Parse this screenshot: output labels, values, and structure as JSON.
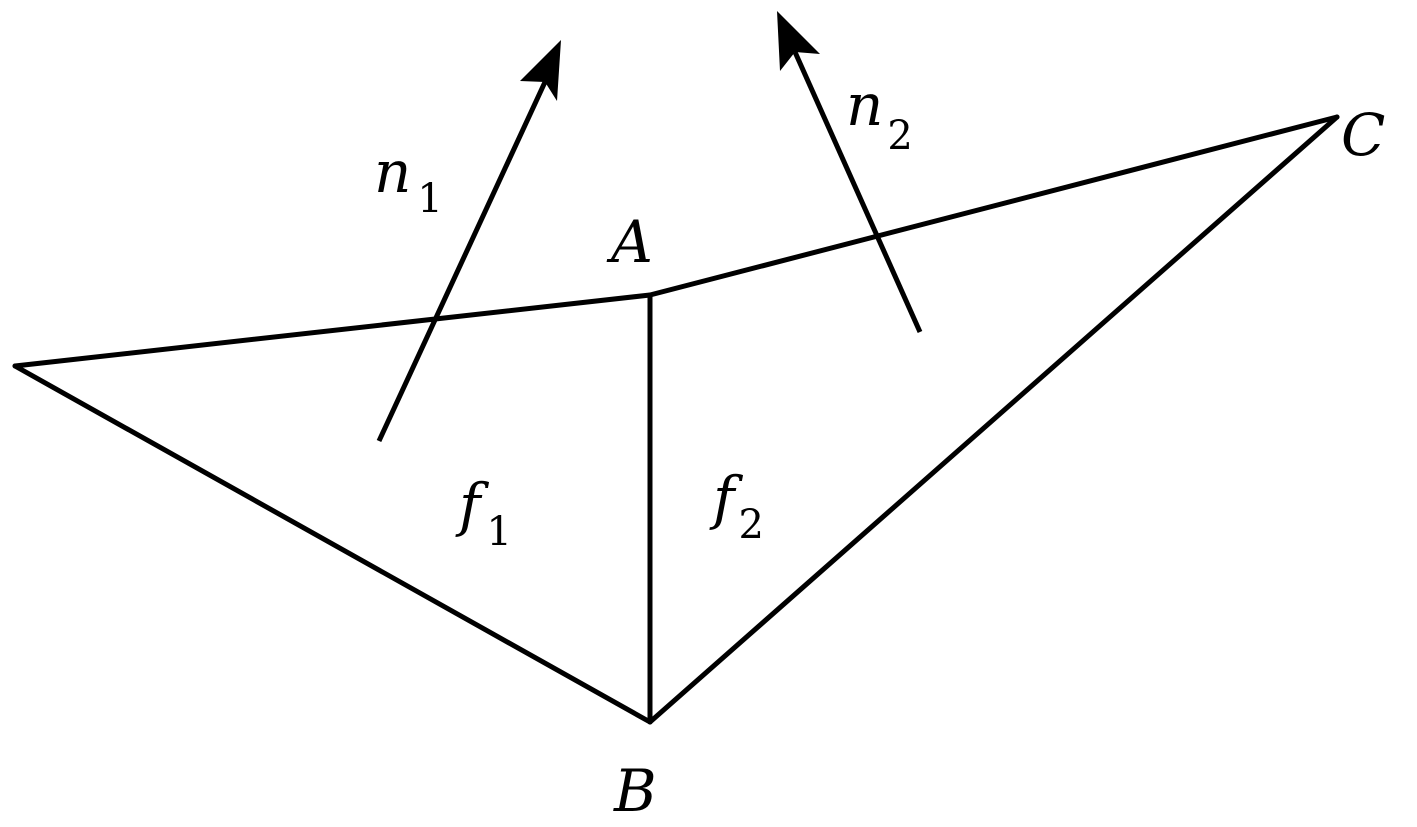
{
  "diagram": {
    "vertex_labels": {
      "a": "A",
      "b": "B",
      "c": "C"
    },
    "face_labels": {
      "f1": {
        "main": "f",
        "sub": "1"
      },
      "f2": {
        "main": "f",
        "sub": "2"
      }
    },
    "normal_labels": {
      "n1": {
        "main": "n",
        "sub": "1"
      },
      "n2": {
        "main": "n",
        "sub": "2"
      }
    },
    "colors": {
      "stroke": "#000000",
      "background": "#ffffff"
    }
  }
}
